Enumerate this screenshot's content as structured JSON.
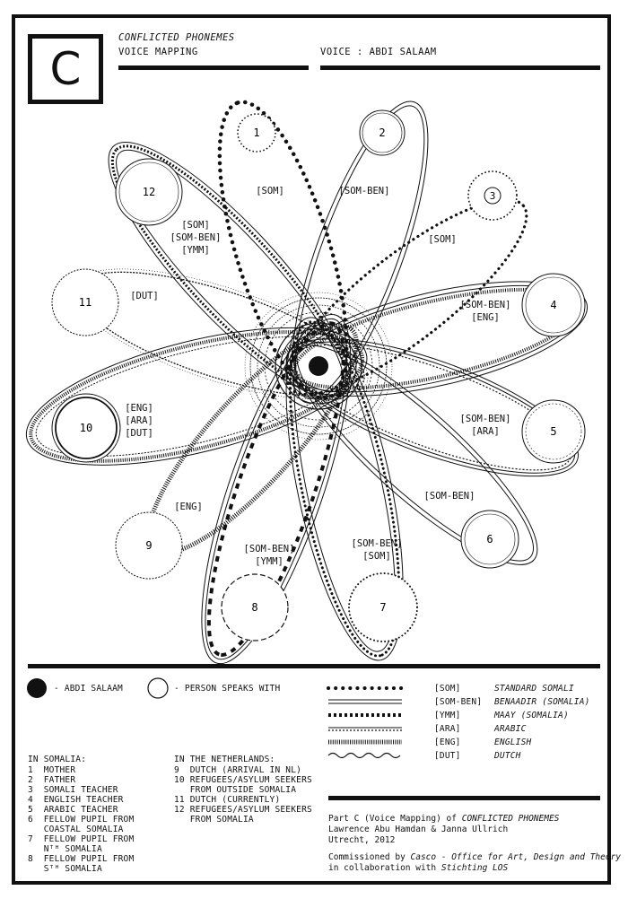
{
  "header": {
    "letter": "C",
    "title_line1": "CONFLICTED PHONEMES",
    "title_line2": "VOICE MAPPING",
    "voice": "VOICE : ABDI SALAAM"
  },
  "nodes": [
    {
      "id": "1",
      "label": "1"
    },
    {
      "id": "2",
      "label": "2"
    },
    {
      "id": "3",
      "label": "3"
    },
    {
      "id": "4",
      "label": "4"
    },
    {
      "id": "5",
      "label": "5"
    },
    {
      "id": "6",
      "label": "6"
    },
    {
      "id": "7",
      "label": "7"
    },
    {
      "id": "8",
      "label": "8"
    },
    {
      "id": "9",
      "label": "9"
    },
    {
      "id": "10",
      "label": "10"
    },
    {
      "id": "11",
      "label": "11"
    },
    {
      "id": "12",
      "label": "12"
    }
  ],
  "petal_labels": {
    "p1": "[SOM]",
    "p2": "[SOM-BEN]",
    "p3": "[SOM]",
    "p4a": "[SOM-BEN]",
    "p4b": "[ENG]",
    "p5a": "[SOM-BEN]",
    "p5b": "[ARA]",
    "p6": "[SOM-BEN]",
    "p7a": "[SOM-BEN]",
    "p7b": "[SOM]",
    "p8a": "[SOM-BEN]",
    "p8b": "[YMM]",
    "p9": "[ENG]",
    "p10a": "[ENG]",
    "p10b": "[ARA]",
    "p10c": "[DUT]",
    "p11": "[DUT]",
    "p12a": "[SOM]",
    "p12b": "[SOM-BEN]",
    "p12c": "[YMM]"
  },
  "legend": {
    "abdi": "- ABDI SALAAM",
    "person": "- PERSON SPEAKS WITH",
    "codes": [
      "[SOM]",
      "[SOM-BEN]",
      "[YMM]",
      "[ARA]",
      "[ENG]",
      "[DUT]"
    ],
    "languages": [
      "STANDARD SOMALI",
      "BENAADIR (SOMALIA)",
      "MAAY (SOMALIA)",
      "ARABIC",
      "ENGLISH",
      "DUTCH"
    ]
  },
  "somalia": {
    "heading": "IN SOMALIA:",
    "items": [
      "1  MOTHER",
      "2  FATHER",
      "3  SOMALI TEACHER",
      "4  ENGLISH TEACHER",
      "5  ARABIC TEACHER",
      "6  FELLOW PUPIL FROM",
      "   COASTAL SOMALIA",
      "7  FELLOW PUPIL FROM",
      "   Nᵀᴴ SOMALIA",
      "8  FELLOW PUPIL FROM",
      "   Sᵀᴴ SOMALIA"
    ]
  },
  "netherlands": {
    "heading": "IN THE NETHERLANDS:",
    "items": [
      "9  DUTCH (ARRIVAL IN NL)",
      "10 REFUGEES/ASYLUM SEEKERS",
      "   FROM OUTSIDE SOMALIA",
      "11 DUTCH (CURRENTLY)",
      "12 REFUGEES/ASYLUM SEEKERS",
      "   FROM SOMALIA"
    ]
  },
  "credits": {
    "line1_a": "Part C (Voice Mapping) of ",
    "line1_b": "CONFLICTED PHONEMES",
    "line2": "Lawrence Abu Hamdan & Janna Ullrich",
    "line3": "Utrecht, 2012",
    "line4_a": "Commissioned by ",
    "line4_b": "Casco - Office for Art, Design and Theory",
    "line5_a": "in collaboration with ",
    "line5_b": "Stichting LOS"
  }
}
